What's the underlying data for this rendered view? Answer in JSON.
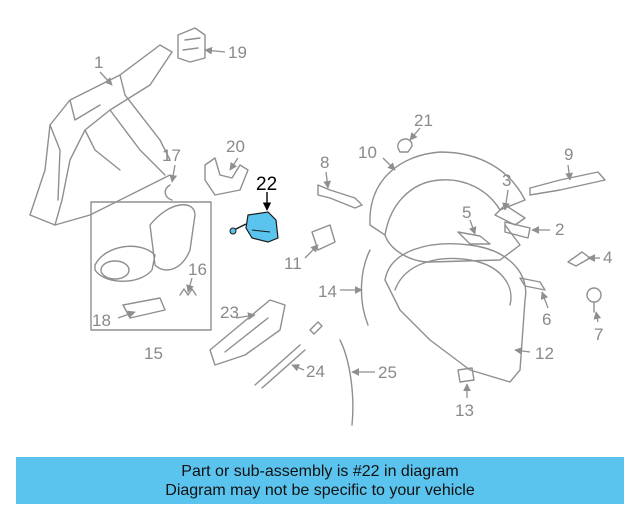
{
  "diagram": {
    "highlight_color": "#5bc4ee",
    "highlighted_part": "22",
    "callouts": [
      "1",
      "2",
      "3",
      "4",
      "5",
      "6",
      "7",
      "8",
      "9",
      "10",
      "11",
      "12",
      "13",
      "14",
      "15",
      "16",
      "17",
      "18",
      "19",
      "20",
      "21",
      "22",
      "23",
      "24",
      "25"
    ]
  },
  "caption": {
    "line1": "Part or sub-assembly is #22 in diagram",
    "line2": "Diagram may not be specific to your vehicle",
    "background": "#5bc4ee"
  }
}
